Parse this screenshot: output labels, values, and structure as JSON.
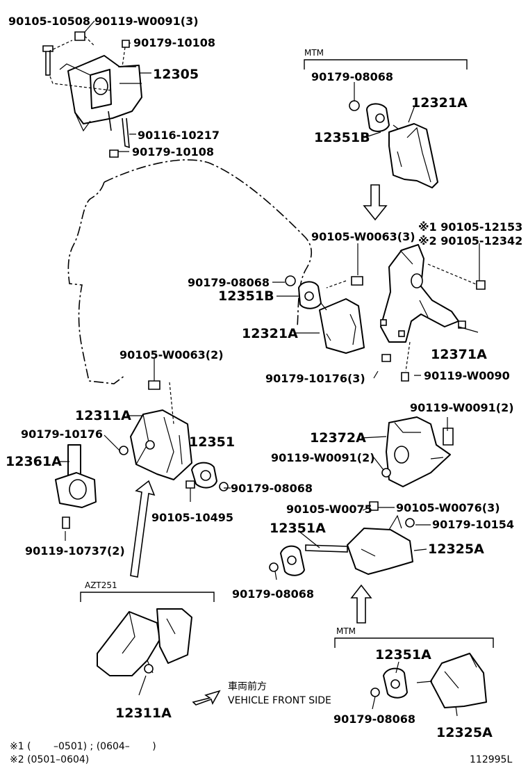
{
  "diagram": {
    "drawing_code": "112995L",
    "groups": {
      "mtm_top": "MTM",
      "azt251": "AZT251",
      "mtm_bottom": "MTM"
    },
    "direction": {
      "jp": "車両前方",
      "en": "VEHICLE FRONT SIDE"
    },
    "notes": {
      "note1": "※1 (　　 –0501) ; (0604–　　 )",
      "note2": "※2 (0501–0604)"
    },
    "labels": {
      "p1": "90105-10508",
      "p2": "90119-W0091(3)",
      "p3": "90179-10108",
      "p4": "12305",
      "p5": "90116-10217",
      "p6": "90179-10108",
      "p7": "90179-08068",
      "p8": "12321A",
      "p9": "12351B",
      "p10": "90105-W0063(3)",
      "p11": "※1 90105-12153",
      "p12": "※2 90105-12342",
      "p13": "90179-08068",
      "p14": "12351B",
      "p15": "12321A",
      "p16": "12371A",
      "p17": "90179-10176(3)",
      "p18": "90119-W0090",
      "p19": "90105-W0063(2)",
      "p20": "12311A",
      "p21": "90179-10176",
      "p22": "12361A",
      "p23": "12351",
      "p24": "90179-08068",
      "p25": "90105-10495",
      "p26": "90119-10737(2)",
      "p27": "90119-W0091(2)",
      "p28": "12372A",
      "p29": "90119-W0091(2)",
      "p30": "90105-W0075",
      "p31": "90105-W0076(3)",
      "p32": "12351A",
      "p33": "90179-10154",
      "p34": "12325A",
      "p35": "90179-08068",
      "p36": "12311A",
      "p37": "12351A",
      "p38": "90179-08068",
      "p39": "12325A"
    }
  }
}
